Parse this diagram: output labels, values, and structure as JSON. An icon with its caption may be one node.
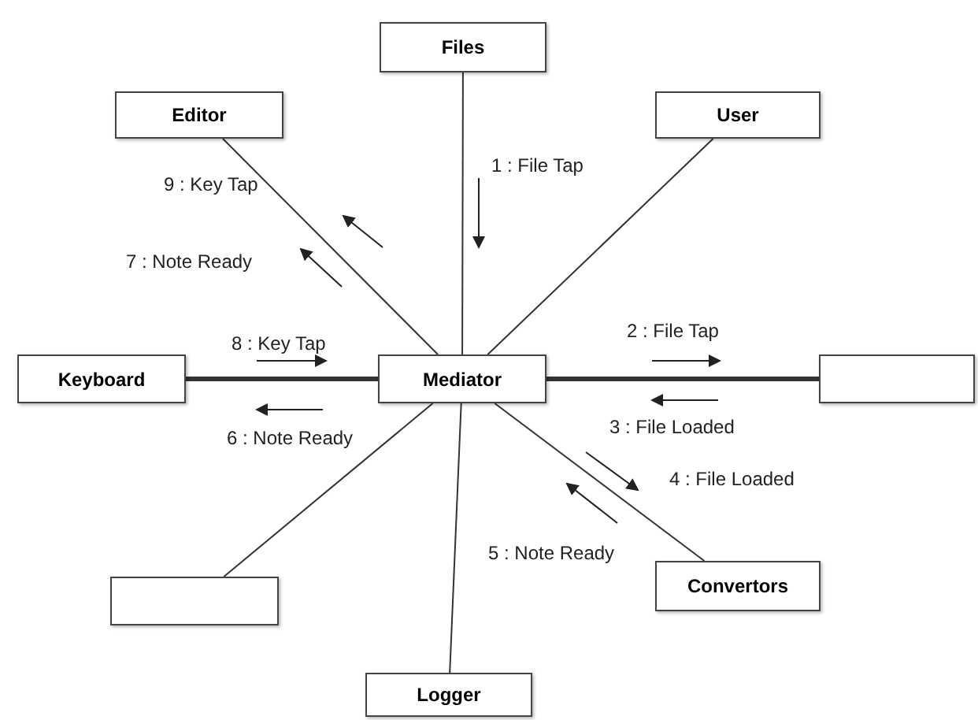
{
  "diagram": {
    "nodes": [
      {
        "text": [
          "Files"
        ]
      },
      {
        "text": [
          "Editor"
        ]
      },
      {
        "text": [
          "User"
        ]
      },
      {
        "text": [
          "Keyboard"
        ]
      },
      {
        "text": [
          "Mediator"
        ]
      },
      {
        "text": [],
        "shape": "box"
      },
      {
        "text": [],
        "shape": "box"
      },
      {
        "text": [
          "Convertors"
        ]
      },
      {
        "text": [
          "Logger"
        ]
      }
    ],
    "edges": [
      {
        "from": 4,
        "to": 0,
        "arrow": "none"
      },
      {
        "from": 4,
        "to": 1,
        "arrow": "none"
      },
      {
        "from": 4,
        "to": 2,
        "arrow": "none"
      },
      {
        "from": 3,
        "to": 4,
        "arrow": "none",
        "style": "thick"
      },
      {
        "from": 4,
        "to": 5,
        "arrow": "none",
        "style": "thick"
      },
      {
        "from": 4,
        "to": 6,
        "arrow": "none"
      },
      {
        "from": 4,
        "to": 7,
        "arrow": "none"
      },
      {
        "from": 4,
        "to": 8,
        "arrow": "none"
      }
    ],
    "labels": [
      "1 : File Tap",
      "9 : Key Tap",
      "7 : Note Ready",
      "8 : Key Tap",
      "2 : File Tap",
      "6 : Note Ready",
      "3 : File Loaded",
      "4 : File Loaded",
      "5 : Note Ready"
    ]
  }
}
